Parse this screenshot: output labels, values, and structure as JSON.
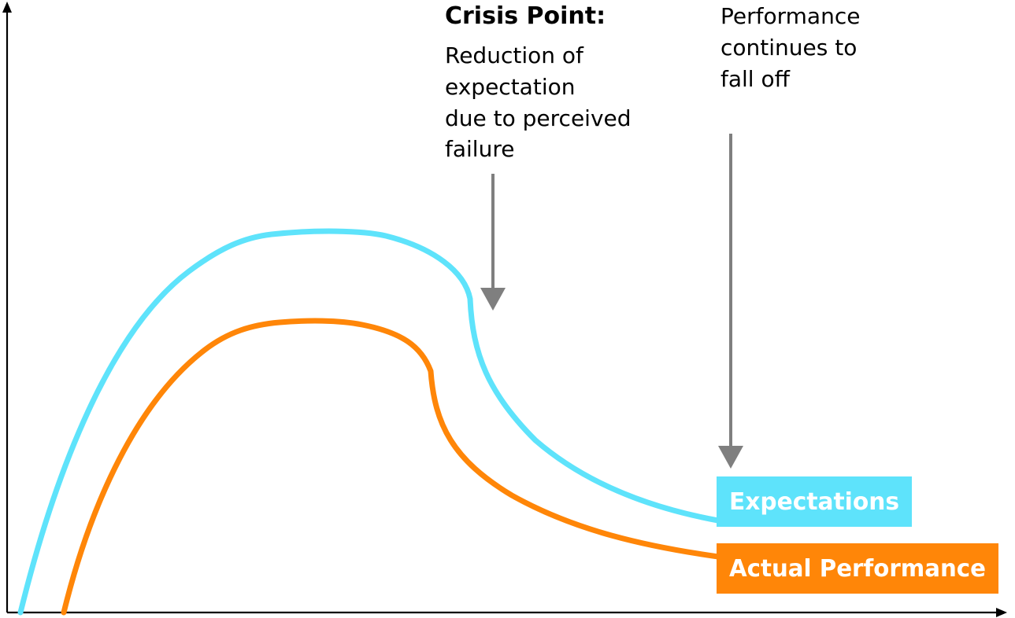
{
  "crisis_annotation": {
    "title": "Crisis Point:",
    "lines": [
      "Reduction of",
      "expectation",
      "due to perceived",
      "failure"
    ]
  },
  "falloff_annotation": {
    "lines": [
      "Performance",
      "continues to",
      "fall off"
    ]
  },
  "series": {
    "expectations": {
      "label": "Expectations",
      "color": "#5ee3fb"
    },
    "actual_performance": {
      "label": "Actual Performance",
      "color": "#ff8608"
    }
  },
  "colors": {
    "axis": "#000000",
    "arrow": "#7f7f7f",
    "label_text": "#ffffff"
  }
}
